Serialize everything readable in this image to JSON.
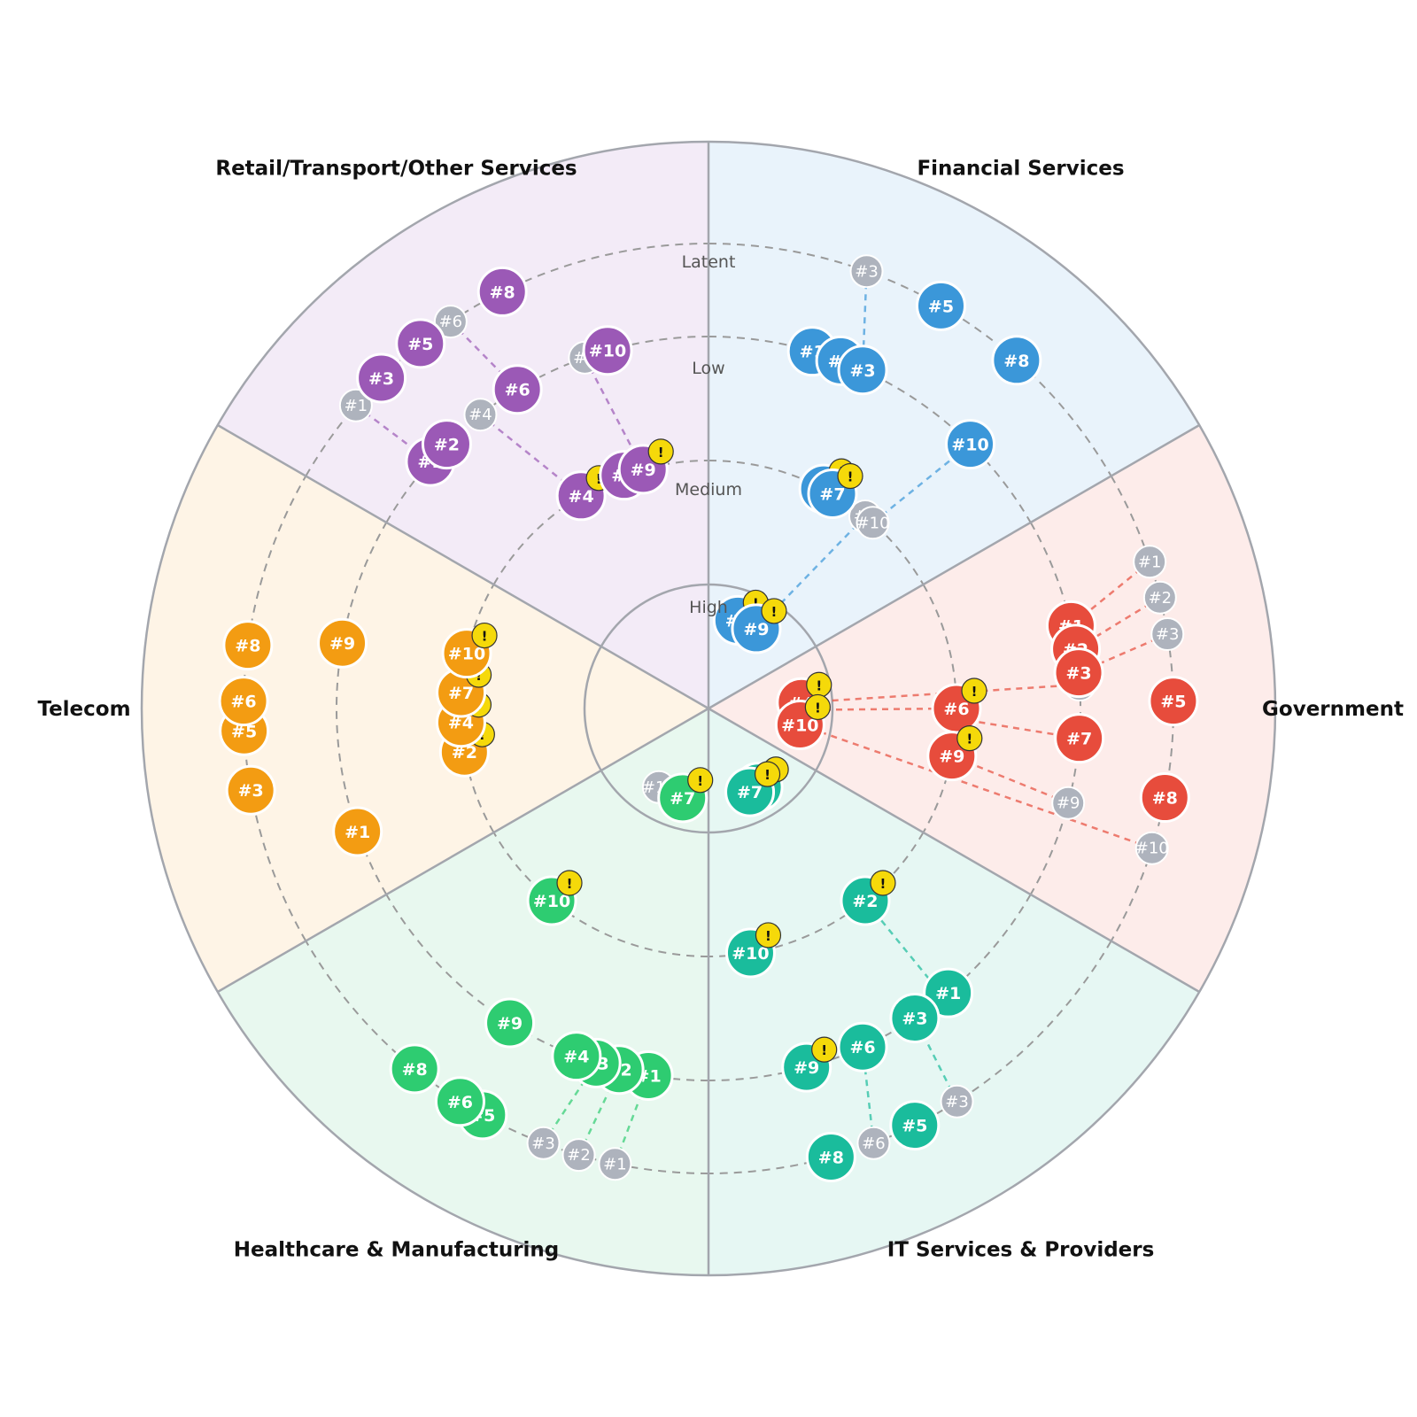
{
  "chart_data": {
    "type": "radar",
    "rings": [
      "High",
      "Medium",
      "Low",
      "Latent"
    ],
    "colors": {
      "ghost": "#aeb3bd",
      "warning": "#f5d90a",
      "outline": "#a3a6ad",
      "ring_dash": "#9a9a9a"
    },
    "warning_symbol": "!",
    "sectors": [
      {
        "name": "Financial Services",
        "color": "#3b97d9",
        "bg": "#e9f3fb",
        "items": [
          {
            "label": "#1",
            "ring": "Low",
            "pos": 0.2
          },
          {
            "label": "#2",
            "ring": "Low",
            "pos": 0.3
          },
          {
            "label": "#3",
            "ring": "Low",
            "pos": 0.38,
            "prev": {
              "label": "#3",
              "ring": "Latent",
              "pos": 0.28
            }
          },
          {
            "label": "#4",
            "ring": "High",
            "pos": 0.25,
            "warning": true
          },
          {
            "label": "#5",
            "ring": "Latent",
            "pos": 0.5
          },
          {
            "label": "#6",
            "ring": "Medium",
            "pos": 0.45,
            "warning": true
          },
          {
            "label": "#7",
            "ring": "Medium",
            "pos": 0.5,
            "warning": true
          },
          {
            "label": "#8",
            "ring": "Latent",
            "pos": 0.75
          },
          {
            "label": "#9",
            "ring": "High",
            "pos": 0.52,
            "warning": true,
            "prev": {
              "label": "#9",
              "ring": "Medium",
              "pos": 0.7
            }
          },
          {
            "label": "#10",
            "ring": "Low",
            "pos": 0.82,
            "prev": {
              "label": "#10",
              "ring": "Medium",
              "pos": 0.75
            }
          }
        ]
      },
      {
        "name": "Government",
        "color": "#e74c3c",
        "bg": "#fdecea",
        "items": [
          {
            "label": "#1",
            "ring": "Low",
            "pos": 0.22,
            "prev": {
              "label": "#1",
              "ring": "Latent",
              "pos": 0.1
            }
          },
          {
            "label": "#2",
            "ring": "Low",
            "pos": 0.3,
            "prev": {
              "label": "#2",
              "ring": "Latent",
              "pos": 0.2
            }
          },
          {
            "label": "#3",
            "ring": "Low",
            "pos": 0.38,
            "prev": {
              "label": "#3",
              "ring": "Latent",
              "pos": 0.3
            }
          },
          {
            "label": "#4",
            "ring": "High",
            "pos": 0.42,
            "warning": true,
            "prev": {
              "label": "#4",
              "ring": "Low",
              "pos": 0.42
            }
          },
          {
            "label": "#5",
            "ring": "Latent",
            "pos": 0.48
          },
          {
            "label": "#6",
            "ring": "Medium",
            "pos": 0.5,
            "warning": true,
            "prev": {
              "label": "#6",
              "ring": "High",
              "pos": 0.52
            }
          },
          {
            "label": "#7",
            "ring": "Low",
            "pos": 0.6,
            "prev": {
              "label": "#7",
              "ring": "Medium",
              "pos": 0.55
            }
          },
          {
            "label": "#8",
            "ring": "Latent",
            "pos": 0.74
          },
          {
            "label": "#9",
            "ring": "Medium",
            "pos": 0.74,
            "warning": true,
            "prev": {
              "label": "#9",
              "ring": "Low",
              "pos": 0.82
            }
          },
          {
            "label": "#10",
            "ring": "High",
            "pos": 0.72,
            "warning": true,
            "prev": {
              "label": "#10",
              "ring": "Latent",
              "pos": 0.88
            }
          }
        ]
      },
      {
        "name": "IT Services & Providers",
        "color": "#1abc9c",
        "bg": "#e6f7f3",
        "items": [
          {
            "label": "#1",
            "ring": "Low",
            "pos": 0.28
          },
          {
            "label": "#2",
            "ring": "Medium",
            "pos": 0.3,
            "warning": true,
            "prev": {
              "label": "#2",
              "ring": "Low",
              "pos": 0.3
            }
          },
          {
            "label": "#3",
            "ring": "Low",
            "pos": 0.42,
            "prev": {
              "label": "#3",
              "ring": "Latent",
              "pos": 0.45
            }
          },
          {
            "label": "#4",
            "ring": "High",
            "pos": 0.45,
            "warning": true
          },
          {
            "label": "#5",
            "ring": "Latent",
            "pos": 0.58
          },
          {
            "label": "#6",
            "ring": "Low",
            "pos": 0.62,
            "prev": {
              "label": "#6",
              "ring": "Latent",
              "pos": 0.7
            }
          },
          {
            "label": "#7",
            "ring": "High",
            "pos": 0.58,
            "warning": true
          },
          {
            "label": "#8",
            "ring": "Latent",
            "pos": 0.82
          },
          {
            "label": "#9",
            "ring": "Low",
            "pos": 0.82,
            "warning": true
          },
          {
            "label": "#10",
            "ring": "Medium",
            "pos": 0.94,
            "warning": true
          }
        ]
      },
      {
        "name": "Healthcare & Manufacturing",
        "color": "#2ecc71",
        "bg": "#e8f8ef",
        "items": [
          {
            "label": "#1",
            "ring": "Low",
            "pos": 0.05,
            "prev": {
              "label": "#1",
              "ring": "Latent",
              "pos": 0.1
            }
          },
          {
            "label": "#2",
            "ring": "Low",
            "pos": 0.15,
            "prev": {
              "label": "#2",
              "ring": "Latent",
              "pos": 0.2
            }
          },
          {
            "label": "#3",
            "ring": "Low",
            "pos": 0.23,
            "prev": {
              "label": "#3",
              "ring": "Latent",
              "pos": 0.3
            }
          },
          {
            "label": "#4",
            "ring": "Low",
            "pos": 0.3
          },
          {
            "label": "#5",
            "ring": "Latent",
            "pos": 0.48
          },
          {
            "label": "#6",
            "ring": "Latent",
            "pos": 0.55
          },
          {
            "label": "#7",
            "ring": "High",
            "pos": 0.2,
            "warning": true,
            "prev": {
              "label": "#10",
              "ring": "High",
              "pos": 0.55
            }
          },
          {
            "label": "#8",
            "ring": "Latent",
            "pos": 0.7
          },
          {
            "label": "#9",
            "ring": "Low",
            "pos": 0.55
          },
          {
            "label": "#10",
            "ring": "Medium",
            "pos": 0.7,
            "warning": true
          }
        ]
      },
      {
        "name": "Telecom",
        "color": "#f39c12",
        "bg": "#fef4e6",
        "items": [
          {
            "label": "#1",
            "ring": "Low",
            "pos": 0.08
          },
          {
            "label": "#2",
            "ring": "Medium",
            "pos": 0.28,
            "warning": true
          },
          {
            "label": "#3",
            "ring": "Latent",
            "pos": 0.28
          },
          {
            "label": "#4",
            "ring": "Medium",
            "pos": 0.43,
            "warning": true
          },
          {
            "label": "#5",
            "ring": "Latent",
            "pos": 0.44
          },
          {
            "label": "#6",
            "ring": "Latent",
            "pos": 0.52
          },
          {
            "label": "#7",
            "ring": "Medium",
            "pos": 0.58,
            "warning": true
          },
          {
            "label": "#8",
            "ring": "Latent",
            "pos": 0.67
          },
          {
            "label": "#9",
            "ring": "Low",
            "pos": 0.72
          },
          {
            "label": "#10",
            "ring": "Medium",
            "pos": 0.78,
            "warning": true
          }
        ]
      },
      {
        "name": "Retail/Transport/Other Services",
        "color": "#9b59b6",
        "bg": "#f3ebf7",
        "items": [
          {
            "label": "#1",
            "ring": "Low",
            "pos": 0.1,
            "prev": {
              "label": "#1",
              "ring": "Latent",
              "pos": 0.08
            }
          },
          {
            "label": "#2",
            "ring": "Low",
            "pos": 0.18
          },
          {
            "label": "#3",
            "ring": "Latent",
            "pos": 0.18
          },
          {
            "label": "#4",
            "ring": "Medium",
            "pos": 0.48,
            "warning": true,
            "prev": {
              "label": "#4",
              "ring": "Low",
              "pos": 0.33
            }
          },
          {
            "label": "#5",
            "ring": "Latent",
            "pos": 0.32
          },
          {
            "label": "#6",
            "ring": "Low",
            "pos": 0.48,
            "prev": {
              "label": "#6",
              "ring": "Latent",
              "pos": 0.42
            }
          },
          {
            "label": "#7",
            "ring": "Medium",
            "pos": 0.72,
            "warning": true
          },
          {
            "label": "#8",
            "ring": "Latent",
            "pos": 0.58
          },
          {
            "label": "#9",
            "ring": "Medium",
            "pos": 0.82,
            "warning": true,
            "prev": {
              "label": "#9",
              "ring": "Low",
              "pos": 0.73
            }
          },
          {
            "label": "#10",
            "ring": "Low",
            "pos": 0.81
          }
        ]
      }
    ]
  }
}
